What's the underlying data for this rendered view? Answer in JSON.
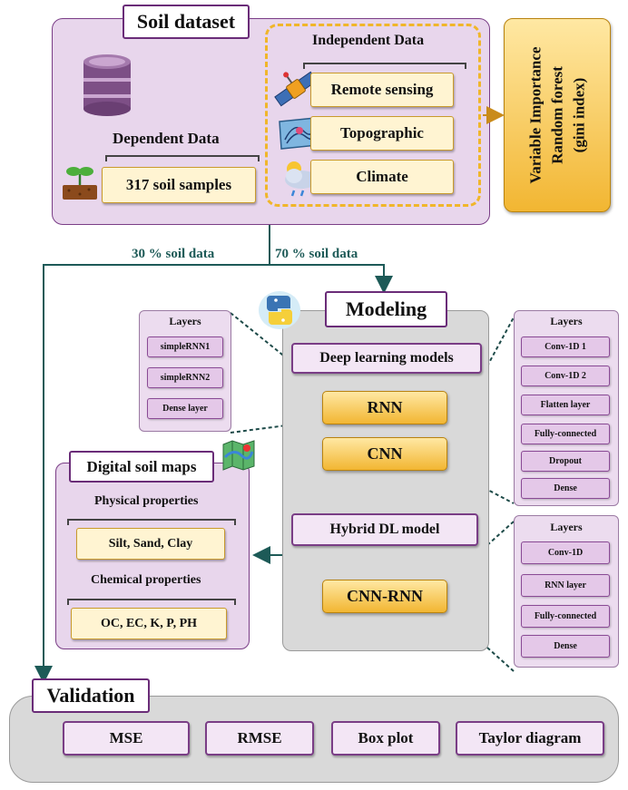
{
  "soil_dataset": {
    "title": "Soil dataset",
    "dependent_label": "Dependent Data",
    "samples_label": "317 soil samples",
    "independent_label": "Independent Data",
    "independent_items": [
      "Remote sensing",
      "Topographic",
      "Climate"
    ],
    "variable_importance": [
      "Variable Importance",
      "Random forest",
      "(gini index)"
    ]
  },
  "split": {
    "left": "30 % soil data",
    "right": "70 % soil data"
  },
  "modeling": {
    "title": "Modeling",
    "dl_label": "Deep learning models",
    "rnn": "RNN",
    "cnn": "CNN",
    "hybrid_label": "Hybrid DL model",
    "cnn_rnn": "CNN-RNN"
  },
  "rnn_layers": {
    "header": "Layers",
    "items": [
      "simpleRNN1",
      "simpleRNN2",
      "Dense layer"
    ]
  },
  "cnn_layers": {
    "header": "Layers",
    "items": [
      "Conv-1D 1",
      "Conv-1D 2",
      "Flatten layer",
      "Fully-connected",
      "Dropout",
      "Dense"
    ]
  },
  "hybrid_layers": {
    "header": "Layers",
    "items": [
      "Conv-1D",
      "RNN layer",
      "Fully-connected",
      "Dense"
    ]
  },
  "maps": {
    "title": "Digital soil maps",
    "physical_label": "Physical properties",
    "physical_value": "Silt, Sand, Clay",
    "chemical_label": "Chemical properties",
    "chemical_value": "OC, EC, K, P, PH"
  },
  "validation": {
    "title": "Validation",
    "items": [
      "MSE",
      "RMSE",
      "Box plot",
      "Taylor diagram"
    ]
  },
  "colors": {
    "lilac_panel": "#e8d6ec",
    "purple_border": "#7a3d86",
    "gold": "#f2b632",
    "teal_arrow": "#1d5a57",
    "gray_panel": "#d9d9d9"
  }
}
